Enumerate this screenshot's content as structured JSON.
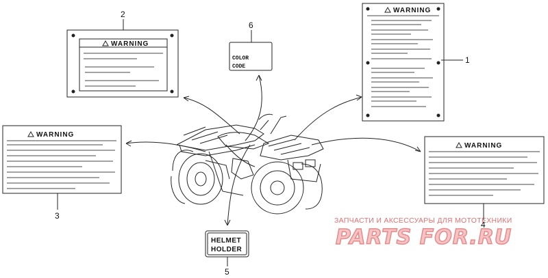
{
  "labels": {
    "label_1": {
      "number": "1",
      "heading": "WARNING"
    },
    "label_2": {
      "number": "2",
      "heading": "WARNING"
    },
    "label_3": {
      "number": "3",
      "heading": "WARNING"
    },
    "label_4": {
      "number": "4",
      "heading": "WARNING"
    },
    "label_5": {
      "number": "5",
      "line1": "HELMET",
      "line2": "HOLDER"
    },
    "label_6": {
      "number": "6",
      "line1": "COLOR",
      "line2": "CODE"
    }
  },
  "watermark": {
    "tagline": "ЗАПЧАСТИ И АКСЕССУАРЫ ДЛЯ МОТОТЕХНИКИ",
    "logo": "PARTS FOR.RU"
  },
  "colors": {
    "ink": "#111111",
    "watermark": "#e07070"
  }
}
